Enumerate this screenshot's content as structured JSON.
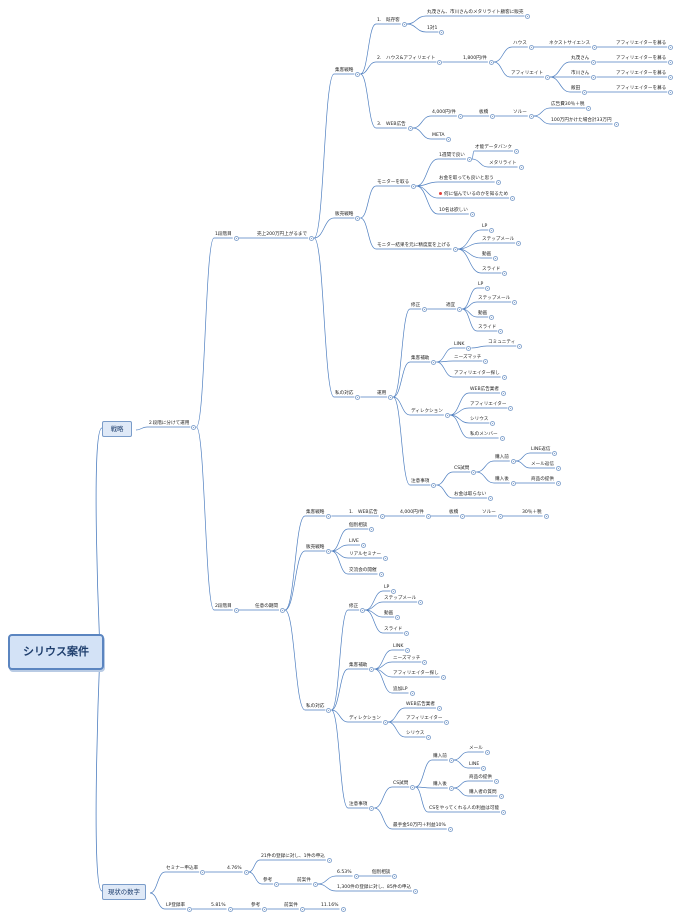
{
  "root": "シリウス案件",
  "top": [
    {
      "label": "戦略"
    },
    {
      "label": "現状の数字"
    }
  ],
  "texts": {
    "two_phase": "２段階に分けて運用",
    "phase1": "1段階目",
    "phase1_goal": "売上200万円上がるまで",
    "phase2": "2段階目",
    "phase2_goal": "任意の期間",
    "acq": "集客戦略",
    "acq_1": "1.　既存客",
    "acq_1a": "丸茂さん、市川さんのメタリライト顧客に販売",
    "acq_1b": "1対1",
    "acq_2": "2.　ハウス&アフィリエイト",
    "acq_2_price": "1,800円/件",
    "house": "ハウス",
    "next_science": "ネクストサイエンス",
    "affiliate": "アフィリエイト",
    "marumo": "丸茂さん",
    "ichikawa": "市川さん",
    "iida": "飯田",
    "aff_recruit": "アフィリエイターを募る",
    "acq_3": "3.　WEB広告",
    "price_4000": "4,000円/件",
    "bouhan": "板橋",
    "sale": "ソルー",
    "ad_fee": "広告費30％＋税",
    "ad_case": "100万円かけた場合計33万円",
    "meta": "META",
    "sales": "販売戦略",
    "monitor": "モニターを取る",
    "week1": "1週間で良い",
    "bank": "才能データバンク",
    "metallite": "メタリライト",
    "money_ok": "お金を取っても良いと思う",
    "worry": "何に悩んでいるのかを知るため",
    "ten_people": "10名は欲しい",
    "monitor_result": "モニター結果を元に精度度を上げる",
    "lp": "LP",
    "step_mail": "ステップメール",
    "video": "動画",
    "slide": "スライド",
    "my_response": "私の対応",
    "ops": "運用",
    "fix": "修正",
    "sale2": "適宜",
    "acq_support": "集客補助",
    "link": "LINK",
    "community": "コミュニティ",
    "needs_match": "ニーズマッチ",
    "aff_search": "アフィリエイター探し",
    "direction": "ディレクション",
    "web_vendor": "WEB広告業者",
    "affiliater": "アフィリエイター",
    "sirius": "シリウス",
    "my_members": "私のメンバー",
    "notes": "注意事項",
    "cs_cost": "CS試問",
    "before_buy": "購入前",
    "line_reply": "LINE返信",
    "mail_reply": "メール返信",
    "after_buy": "購入後",
    "product_offer": "商品の提供",
    "no_money": "お金は取らない",
    "p2_acq_1": "1.　WEB広告",
    "p2_ad_fee": "30％＋税",
    "indiv": "個別相談",
    "live": "LIVE",
    "real_seminar": "リアルセミナー",
    "consult_meet": "交流会の開催",
    "add_lp": "追加LP",
    "mail": "メール",
    "line": "LINE",
    "product_offer2": "商品の提供",
    "buyer_q": "購入者の質問",
    "cs_person": "CSをやってくれる人の利益は可能",
    "min_fee": "最手金50万円＋利益10%",
    "seminar_rate": "セミナー申込率",
    "rate_476": "4.76%",
    "seminar_21": "21件の登録に対し、1件の申込",
    "ref": "参考",
    "prev_case": "前案件",
    "rate_653": "6.53%",
    "indiv_consult": "個別相談",
    "prev_1300": "1,300件の登録に対し、85件の申込",
    "lp_rate": "LP登録率",
    "rate_581": "5.81%",
    "rate_1116": "11.16%"
  }
}
